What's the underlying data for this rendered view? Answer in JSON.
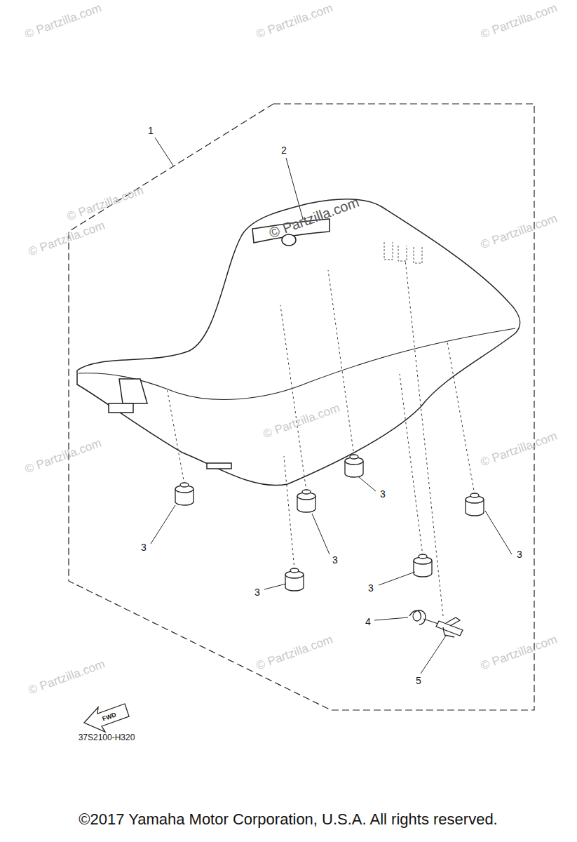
{
  "diagram": {
    "caption": "©2017 Yamaha Motor Corporation, U.S.A. All rights reserved.",
    "labels": [
      "1",
      "2",
      "3",
      "3",
      "3",
      "3",
      "3",
      "3",
      "4",
      "5",
      "FWD",
      "37S2100-H320",
      "© Partzilla.com",
      "© Partzilla.com",
      "© Partzilla.com",
      "© Partzilla.com",
      "© Partzilla.com",
      "© Partzilla.com",
      "© Partzilla.com",
      "© Partzilla.com",
      "© Partzilla.com",
      "© Partzilla.com",
      "© Partzilla.com",
      "© Partzilla.com",
      "© Partzilla.com"
    ]
  }
}
